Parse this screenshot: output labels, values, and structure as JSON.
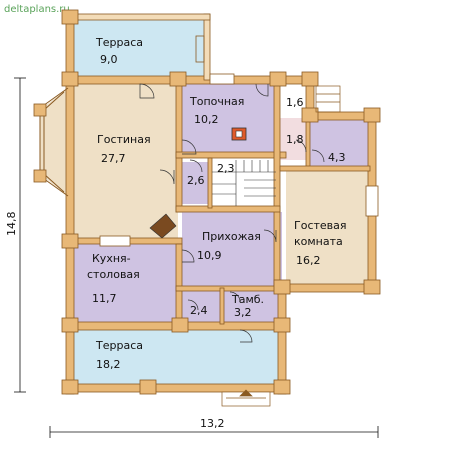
{
  "site_label": "deltaplans.ru",
  "colors": {
    "wall": "#e8b877",
    "wall_stroke": "#8a5a22",
    "room_lilac": "#cfc3e2",
    "room_pink": "#f2dde0",
    "room_beige": "#efe0c6",
    "terrace_blue": "#cde7f2",
    "room_white": "#ffffff"
  },
  "rooms": {
    "terrace_top": {
      "name": "Терраса",
      "area": "9,0"
    },
    "boiler": {
      "name": "Топочная",
      "area": "10,2"
    },
    "small_16": {
      "area": "1,6"
    },
    "living": {
      "name": "Гостиная",
      "area": "27,7"
    },
    "small_18": {
      "area": "1,8"
    },
    "small_43": {
      "area": "4,3"
    },
    "small_23": {
      "area": "2,3"
    },
    "small_26": {
      "area": "2,6"
    },
    "guest": {
      "name": "Гостевая",
      "name2": "комната",
      "area": "16,2"
    },
    "hall": {
      "name": "Прихожая",
      "area": "10,9"
    },
    "kitchen": {
      "name": "Кухня-",
      "name2": "столовая",
      "area": "11,7"
    },
    "small_24": {
      "area": "2,4"
    },
    "tambour": {
      "name": "Тамб.",
      "area": "3,2"
    },
    "terrace_bottom": {
      "name": "Терраса",
      "area": "18,2"
    }
  },
  "dimensions": {
    "width": "13,2",
    "height": "14,8"
  }
}
